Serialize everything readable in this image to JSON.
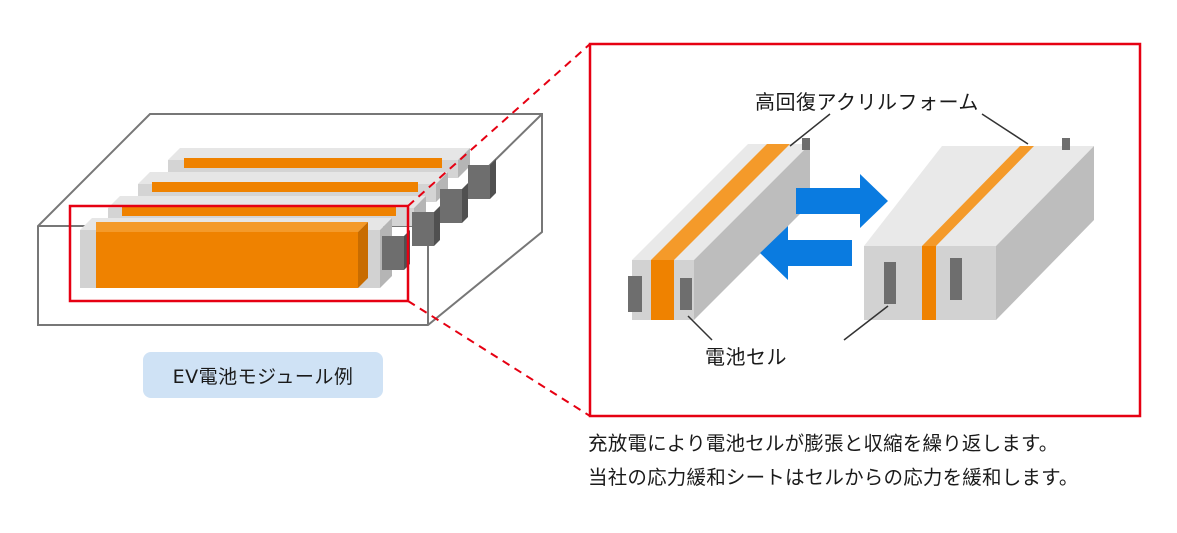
{
  "labels": {
    "foam": "高回復アクリルフォーム",
    "cell": "電池セル",
    "module": "EV電池モジュール例"
  },
  "caption": {
    "line1": "充放電により電池セルが膨張と収縮を繰り返します。",
    "line2": "当社の応力緩和シートはセルからの応力を緩和します。"
  },
  "colors": {
    "accent_red": "#e60012",
    "orange": "#ef8200",
    "arrow_blue": "#0a7be0",
    "cell_gray": "#d2d2d2",
    "terminal_gray": "#6e6e6e",
    "badge_blue": "#cfe2f5"
  }
}
